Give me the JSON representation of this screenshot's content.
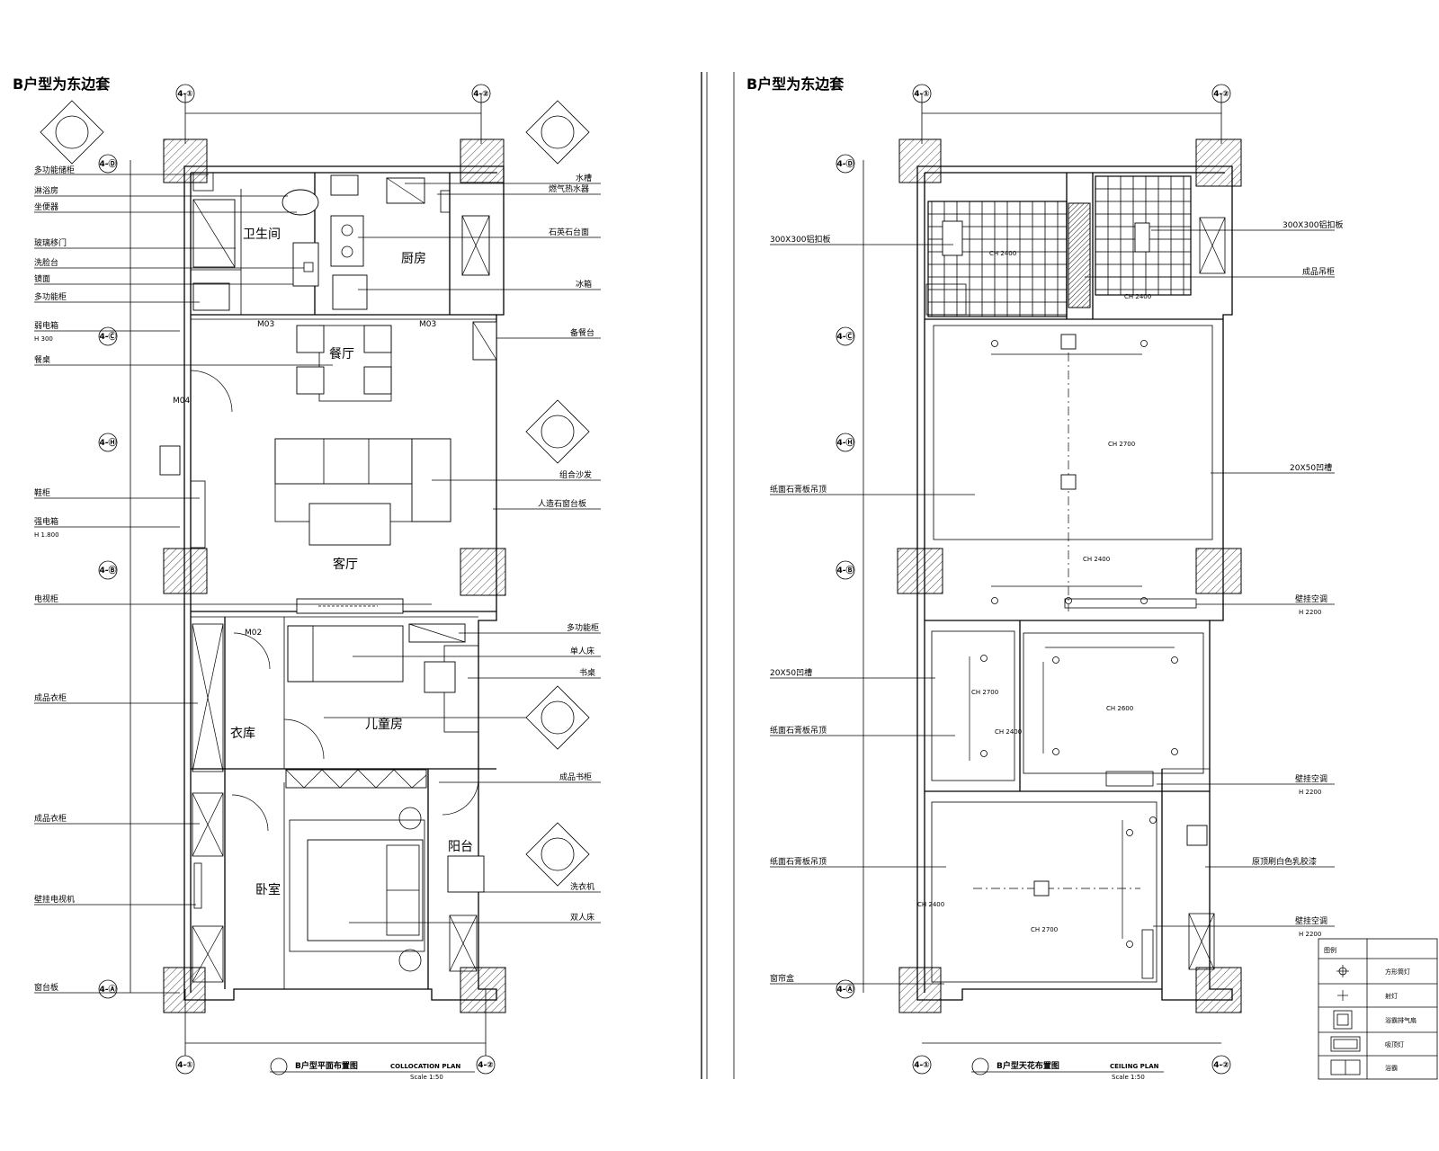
{
  "left_plan": {
    "heading": "B户型为东边套",
    "title_cn": "B户型平面布置图",
    "title_en": "COLLOCATION PLAN",
    "scale": "Scale  1:50",
    "grid_axes": [
      "4-①",
      "4-②",
      "4-Ⓓ",
      "4-Ⓒ",
      "4-Ⓗ",
      "4-Ⓑ",
      "4-Ⓐ"
    ],
    "rooms": {
      "bathroom": "卫生间",
      "kitchen": "厨房",
      "dining": "餐厅",
      "living": "客厅",
      "kids_room": "儿童房",
      "closet": "衣库",
      "bedroom": "卧室",
      "balcony": "阳台"
    },
    "doors": [
      "M03",
      "M03",
      "M04",
      "M02"
    ],
    "labels_left": [
      "多功能储柜",
      "淋浴房",
      "坐便器",
      "玻璃移门",
      "洗脸台",
      "镜面",
      "多功能柜",
      "弱电箱",
      "H 300",
      "餐桌",
      "鞋柜",
      "强电箱",
      "H 1.800",
      "电视柜",
      "成品衣柜",
      "成品衣柜",
      "壁挂电视机",
      "窗台板"
    ],
    "labels_right": [
      "水槽",
      "燃气热水器",
      "石英石台面",
      "冰箱",
      "备餐台",
      "组合沙发",
      "人造石窗台板",
      "多功能柜",
      "单人床",
      "书桌",
      "成品书柜",
      "洗衣机",
      "双人床"
    ]
  },
  "right_plan": {
    "heading": "B户型为东边套",
    "title_cn": "B户型天花布置图",
    "title_en": "CEILING PLAN",
    "scale": "Scale  1:50",
    "grid_axes": [
      "4-①",
      "4-②",
      "4-Ⓓ",
      "4-Ⓒ",
      "4-Ⓗ",
      "4-Ⓑ",
      "4-Ⓐ"
    ],
    "ceiling_heights": [
      "CH 2400",
      "CH 2400",
      "CH 2700",
      "CH 2400",
      "CH 2700",
      "CH 2400",
      "CH 2600",
      "CH 2400",
      "CH 2700"
    ],
    "labels_left": [
      "300X300铝扣板",
      "纸面石膏板吊顶",
      "20X50凹槽",
      "纸面石膏板吊顶",
      "纸面石膏板吊顶",
      "窗帘盒"
    ],
    "labels_right": [
      "300X300铝扣板",
      "成品吊柜",
      "20X50凹槽",
      "壁挂空调",
      "H 2200",
      "壁挂空调",
      "H 2200",
      "原顶刷白色乳胶漆",
      "壁挂空调",
      "H 2200"
    ],
    "legend": {
      "header": "图例",
      "items": [
        "方形筒灯",
        "射灯",
        "浴霸排气扇",
        "吸顶灯",
        "浴霸"
      ]
    }
  },
  "colors": {
    "line": "#000000",
    "background": "#ffffff"
  }
}
